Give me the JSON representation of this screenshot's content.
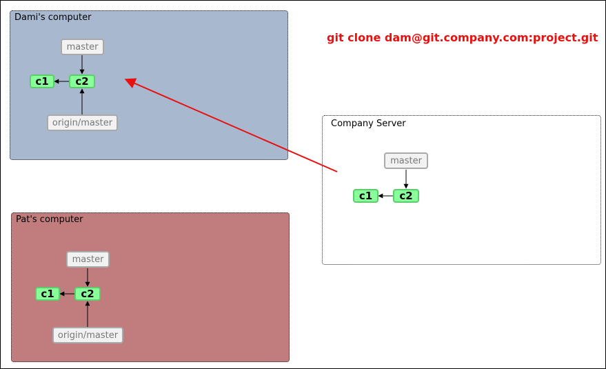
{
  "command": "git clone dam@git.company.com:project.git",
  "colors": {
    "dami_box": "#a8b8cf",
    "pat_box": "#c17d7d",
    "commit_fill": "#88ff99",
    "arrow": "#e8110f"
  },
  "dami": {
    "title": "Dami's computer",
    "master": "master",
    "c1": "c1",
    "c2": "c2",
    "origin": "origin/master"
  },
  "pat": {
    "title": "Pat's computer",
    "master": "master",
    "c1": "c1",
    "c2": "c2",
    "origin": "origin/master"
  },
  "server": {
    "title": "Company Server",
    "master": "master",
    "c1": "c1",
    "c2": "c2"
  }
}
